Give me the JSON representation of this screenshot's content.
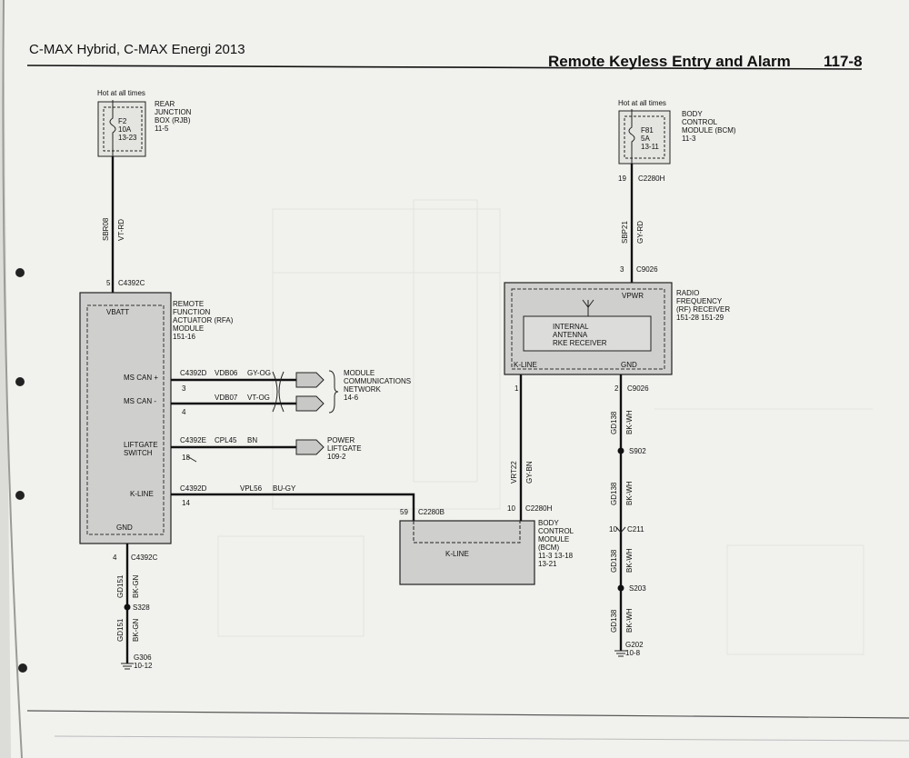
{
  "header": {
    "vehicle": "C-MAX Hybrid, C-MAX Energi 2013",
    "section_title": "Remote Keyless Entry and Alarm",
    "page_number": "117-8"
  },
  "colors": {
    "paper": "#f2f2ef",
    "wire": "#111111",
    "module_fill": "#d2d2d0",
    "connector_fill": "#cfcfcd"
  },
  "rjb": {
    "hot_label": "Hot at all times",
    "fuse": [
      "F2",
      "10A",
      "13-23"
    ],
    "name": [
      "REAR",
      "JUNCTION",
      "BOX (RJB)",
      "11-5"
    ]
  },
  "bcm_top": {
    "hot_label": "Hot at all times",
    "fuse": [
      "F81",
      "5A",
      "13-11"
    ],
    "name": [
      "BODY",
      "CONTROL",
      "MODULE (BCM)",
      "11-3"
    ],
    "pin": "19",
    "connector": "C2280H"
  },
  "wires": {
    "sbr08": {
      "circuit": "SBR08",
      "color": "VT-RD"
    },
    "sbp21": {
      "circuit": "SBP21",
      "color": "GY-RD"
    },
    "vdb06": {
      "circuit": "VDB06",
      "color": "GY-OG"
    },
    "vdb07": {
      "circuit": "VDB07",
      "color": "VT-OG"
    },
    "cpl45": {
      "circuit": "CPL45",
      "color": "BN"
    },
    "vpl56": {
      "circuit": "VPL56",
      "color": "BU-GY"
    },
    "vrt22": {
      "circuit": "VRT22",
      "color": "GY-BN"
    },
    "gd151a": {
      "circuit": "GD151",
      "color": "BK-GN"
    },
    "gd151b": {
      "circuit": "GD151",
      "color": "BK-GN"
    },
    "gd138a": {
      "circuit": "GD138",
      "color": "BK-WH"
    },
    "gd138b": {
      "circuit": "GD138",
      "color": "BK-WH"
    },
    "gd138c": {
      "circuit": "GD138",
      "color": "BK-WH"
    },
    "gd138d": {
      "circuit": "GD138",
      "color": "BK-WH"
    }
  },
  "rfa": {
    "top_pin": "5",
    "top_connector": "C4392C",
    "name": [
      "REMOTE",
      "FUNCTION",
      "ACTUATOR (RFA)",
      "MODULE",
      "151-16"
    ],
    "vbatt": "VBATT",
    "gnd": "GND",
    "ms_can_plus": "MS CAN +",
    "ms_can_minus": "MS CAN -",
    "liftgate": [
      "LIFTGATE",
      "SWITCH"
    ],
    "kline": "K-LINE",
    "conn_can": "C4392D",
    "pin_can_plus": "3",
    "pin_can_minus": "4",
    "conn_liftgate": "C4392E",
    "pin_liftgate": "18",
    "conn_kline": "C4392D",
    "pin_kline": "14",
    "gnd_pin": "4",
    "gnd_connector": "C4392C"
  },
  "network": {
    "name": [
      "MODULE",
      "COMMUNICATIONS",
      "NETWORK",
      "14-6"
    ]
  },
  "power_liftgate": {
    "name": [
      "POWER",
      "LIFTGATE",
      "109-2"
    ]
  },
  "rf_receiver": {
    "top_pin": "3",
    "top_connector": "C9026",
    "name": [
      "RADIO",
      "FREQUENCY",
      "(RF) RECEIVER",
      "151-28   151-29"
    ],
    "vpwr": "VPWR",
    "antenna": [
      "INTERNAL",
      "ANTENNA",
      "RKE RECEIVER"
    ],
    "kline": "K-LINE",
    "gnd": "GND",
    "kline_pin": "1",
    "gnd_pin": "2",
    "gnd_connector": "C9026"
  },
  "bcm_bottom": {
    "name": [
      "BODY",
      "CONTROL",
      "MODULE",
      "(BCM)",
      "11-3   13-18",
      "13-21"
    ],
    "kline": "K-LINE",
    "pin_left": "59",
    "conn_left": "C2280B",
    "pin_right": "10",
    "conn_right": "C2280H"
  },
  "splices": {
    "s328": "S328",
    "s902": "S902",
    "s203": "S203"
  },
  "c211": {
    "pin": "10",
    "connector": "C211"
  },
  "grounds": {
    "g306": {
      "name": "G306",
      "ref": "10-12"
    },
    "g202": {
      "name": "G202",
      "ref": "10-8"
    }
  }
}
